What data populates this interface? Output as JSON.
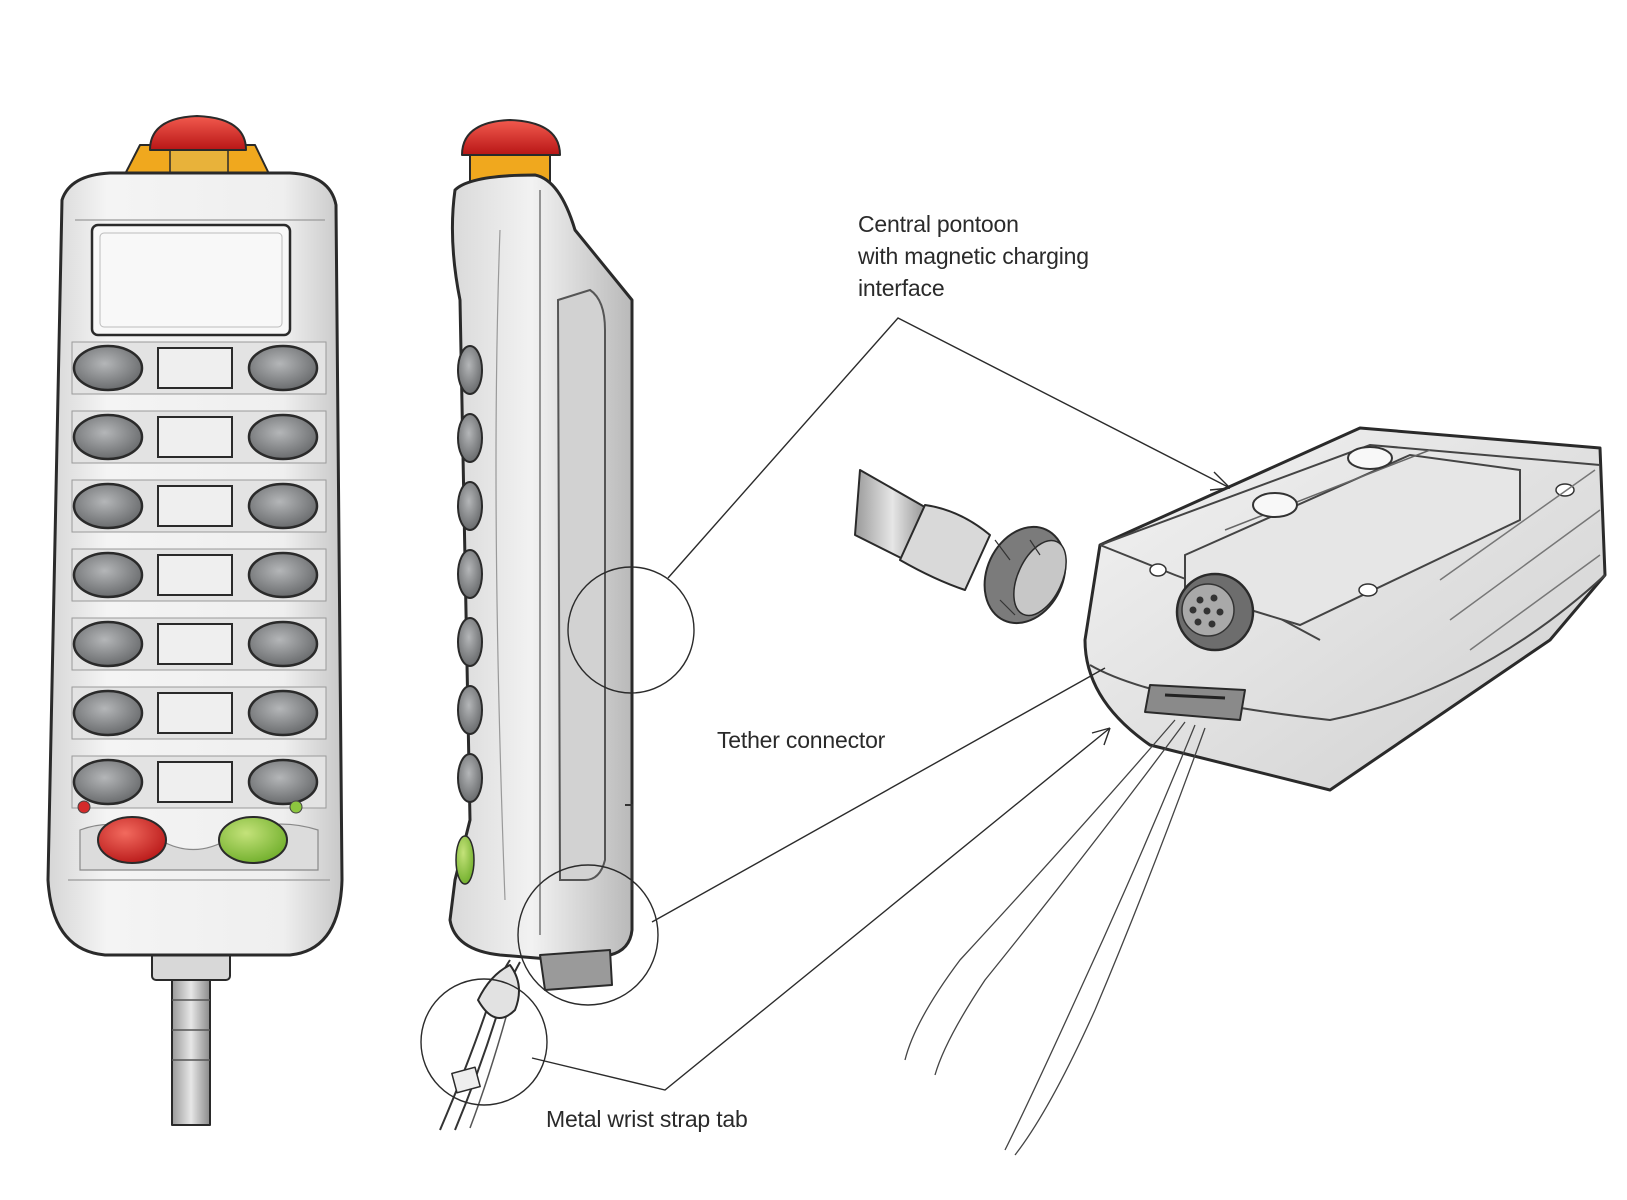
{
  "labels": {
    "pontoon": [
      "Central pontoon",
      "with magnetic charging",
      "interface"
    ],
    "tether": "Tether connector",
    "strap": "Metal wrist strap tab"
  },
  "colors": {
    "estop_red": "#d42a2a",
    "estop_collar": "#f0a81e",
    "body": "#ececec",
    "button_grey": "#8a8c8e",
    "start_green": "#8cc63f",
    "stop_red": "#d32a2a",
    "line": "#2b2b2b"
  }
}
